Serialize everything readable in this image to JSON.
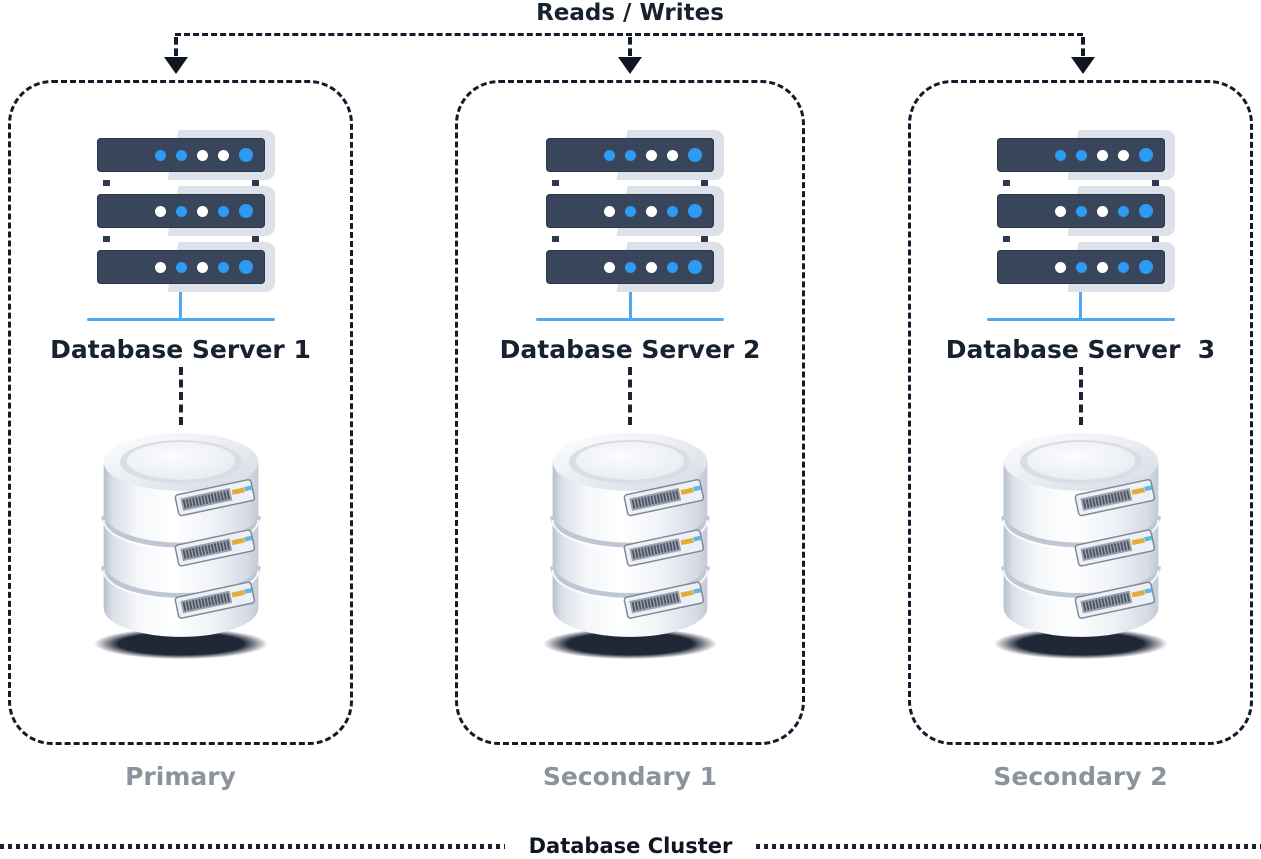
{
  "header": {
    "title": "Reads / Writes"
  },
  "groups": [
    {
      "server_label": "Database Server 1",
      "role_label": "Primary"
    },
    {
      "server_label": "Database Server 2",
      "role_label": "Secondary 1"
    },
    {
      "server_label": "Database Server  3",
      "role_label": "Secondary 2"
    }
  ],
  "footer": {
    "label": "Database Cluster"
  },
  "server_icon": {
    "dot_rows": [
      [
        "blue",
        "blue",
        "white",
        "white",
        "blue"
      ],
      [
        "white",
        "blue",
        "white",
        "blue",
        "blue"
      ],
      [
        "white",
        "blue",
        "white",
        "blue",
        "blue"
      ]
    ],
    "dot_colors": {
      "blue": "#2E9BF2",
      "white": "#FFFFFF"
    }
  },
  "colors": {
    "dash": "#121B2A",
    "label_dark": "#182130",
    "label_muted": "#8C939E",
    "accent_blue": "#4FA9F1",
    "server_panel": "#39455A",
    "db_indicator_yellow": "#E2AC39",
    "db_indicator_blue": "#5FB6E8"
  }
}
